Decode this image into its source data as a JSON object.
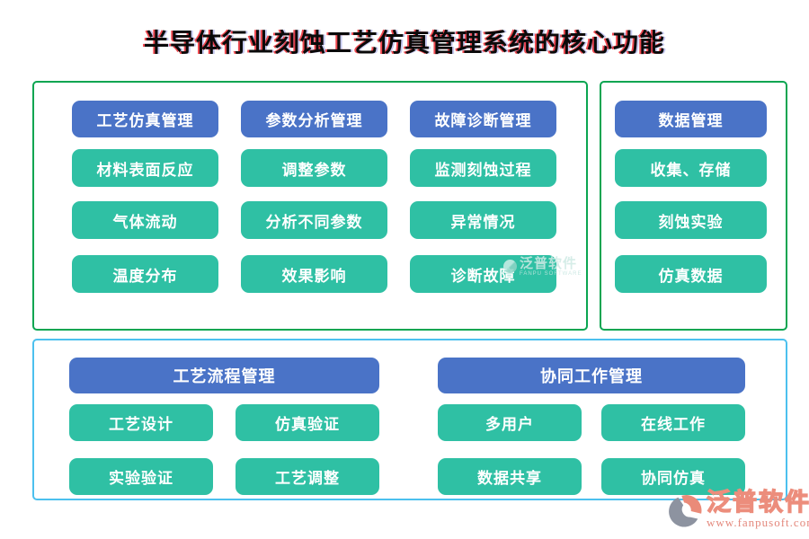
{
  "title": "半导体行业刻蚀工艺仿真管理系统的核心功能",
  "colors": {
    "category_button": "#4a73c7",
    "item_button": "#2fc0a4",
    "top_panel_border": "#0aa551",
    "bottom_panel_border": "#4cc0ee",
    "title_text": "#0a0a0a",
    "title_accent": "#ec1c24",
    "logo_pink": "#ec8d7c"
  },
  "panels": {
    "simulation": {
      "columns": [
        {
          "header": "工艺仿真管理",
          "items": [
            "材料表面反应",
            "气体流动",
            "温度分布"
          ]
        },
        {
          "header": "参数分析管理",
          "items": [
            "调整参数",
            "分析不同参数",
            "效果影响"
          ]
        },
        {
          "header": "故障诊断管理",
          "items": [
            "监测刻蚀过程",
            "异常情况",
            "诊断故障"
          ]
        }
      ]
    },
    "data": {
      "header": "数据管理",
      "items": [
        "收集、存储",
        "刻蚀实验",
        "仿真数据"
      ]
    },
    "bottom": {
      "groups": [
        {
          "header": "工艺流程管理",
          "items": [
            "工艺设计",
            "仿真验证",
            "实验验证",
            "工艺调整"
          ]
        },
        {
          "header": "协同工作管理",
          "items": [
            "多用户",
            "在线工作",
            "数据共享",
            "协同仿真"
          ]
        }
      ]
    }
  },
  "watermark": {
    "name": "泛普软件",
    "sub": "FANPU SOFTWARE"
  },
  "logo": {
    "name": "泛普软件",
    "url": "www.fanpusoft.com"
  }
}
